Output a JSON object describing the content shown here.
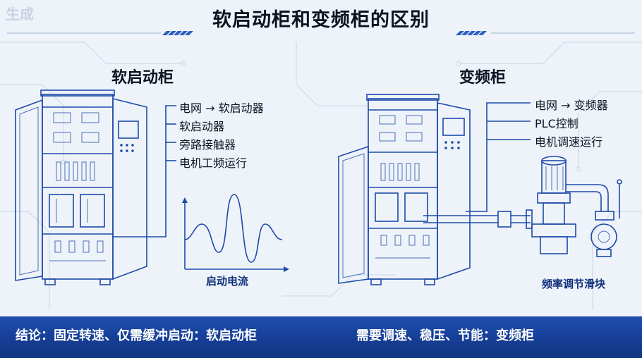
{
  "title": "软启动柜和变频柜的区别",
  "corner_mark": "生成",
  "left": {
    "heading": "软启动柜",
    "labels": [
      "电网 → 软启动器",
      "软启动器",
      "旁路接触器",
      "电机工频运行"
    ],
    "graph_caption": "启动电流"
  },
  "right": {
    "heading": "变频柜",
    "labels": [
      "电网 → 变频器",
      "PLC控制",
      "电机调速运行"
    ],
    "caption": "频率调节滑块"
  },
  "footer": {
    "left": "结论：固定转速、仅需缓冲启动：软启动柜",
    "right": "需要调速、稳压、节能：变频柜"
  },
  "colors": {
    "accent": "#1d4aa8",
    "footer": "#163f98"
  }
}
